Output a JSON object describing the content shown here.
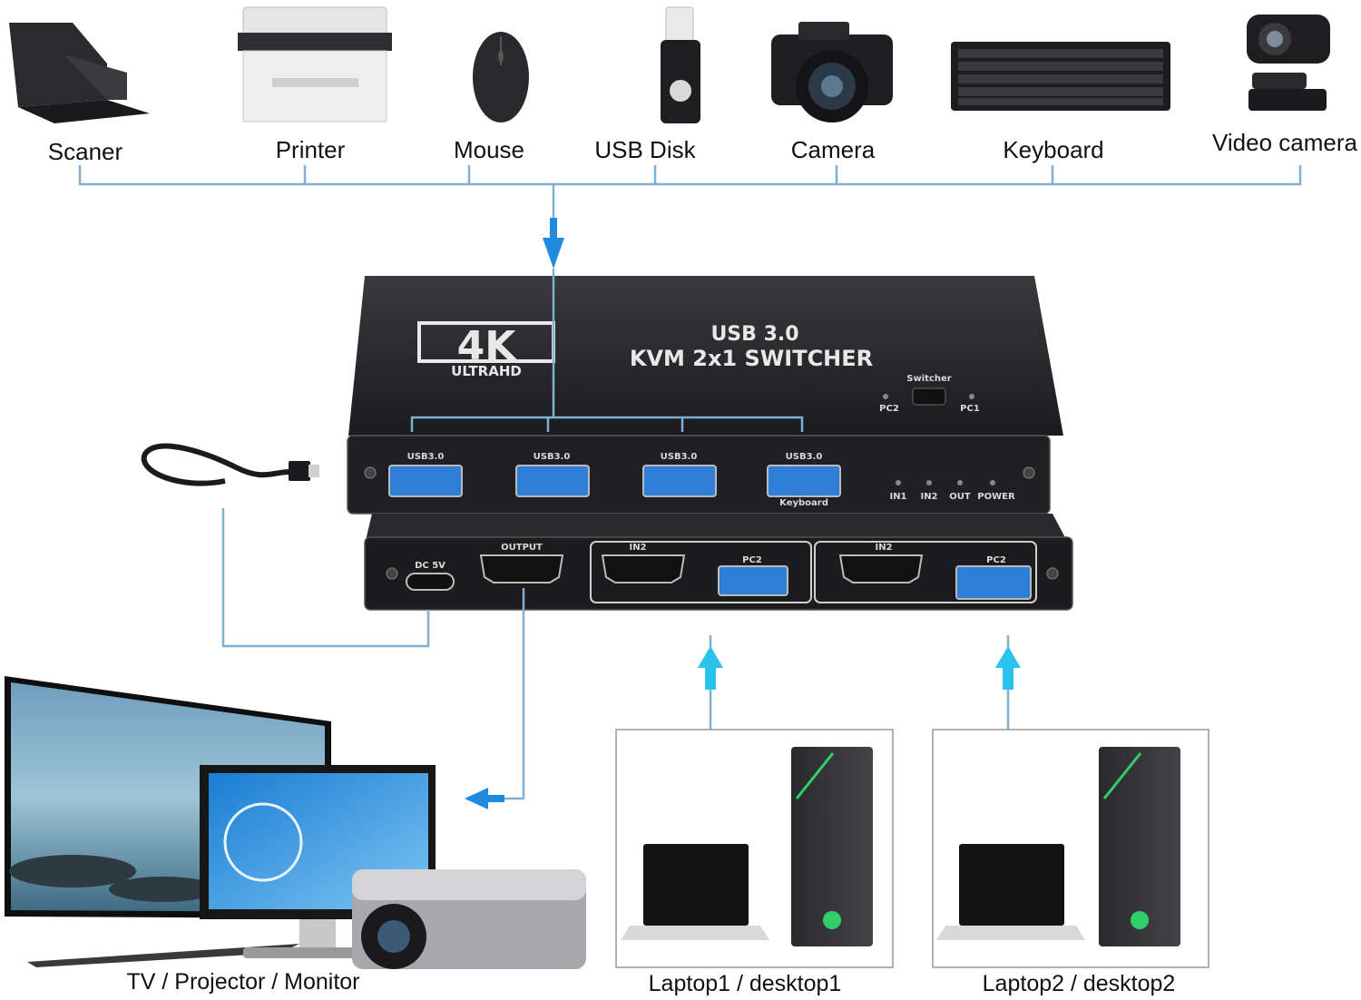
{
  "devices": {
    "scanner": "Scaner",
    "printer": "Printer",
    "mouse": "Mouse",
    "usb_disk": "USB Disk",
    "camera": "Camera",
    "keyboard": "Keyboard",
    "video_camera": "Video camera"
  },
  "switcher": {
    "logo_main": "4K",
    "logo_sub": "ULTRAHD",
    "title_line1": "USB 3.0",
    "title_line2": "KVM 2x1 SWITCHER",
    "switch_label": "Switcher",
    "pc_left": "PC2",
    "pc_right": "PC1",
    "usb_ports": [
      "USB3.0",
      "USB3.0",
      "USB3.0",
      "USB3.0"
    ],
    "keyboard_port": "Keyboard",
    "leds": [
      "IN1",
      "IN2",
      "OUT",
      "POWER"
    ],
    "dc": "DC 5V",
    "output": "OUTPUT",
    "in_left": "IN2",
    "pc2_left": "PC2",
    "in_right": "IN2",
    "pc2_right": "PC2"
  },
  "bottom": {
    "display": "TV / Projector / Monitor",
    "pc1": "Laptop1 / desktop1",
    "pc2": "Laptop2 / desktop2"
  },
  "colors": {
    "wire": "#7fb0d4",
    "arrow": "#1e8be0",
    "arrow_up": "#29c3ec",
    "device_body": "#1f1f22",
    "usb_port": "#2f7fd6"
  }
}
